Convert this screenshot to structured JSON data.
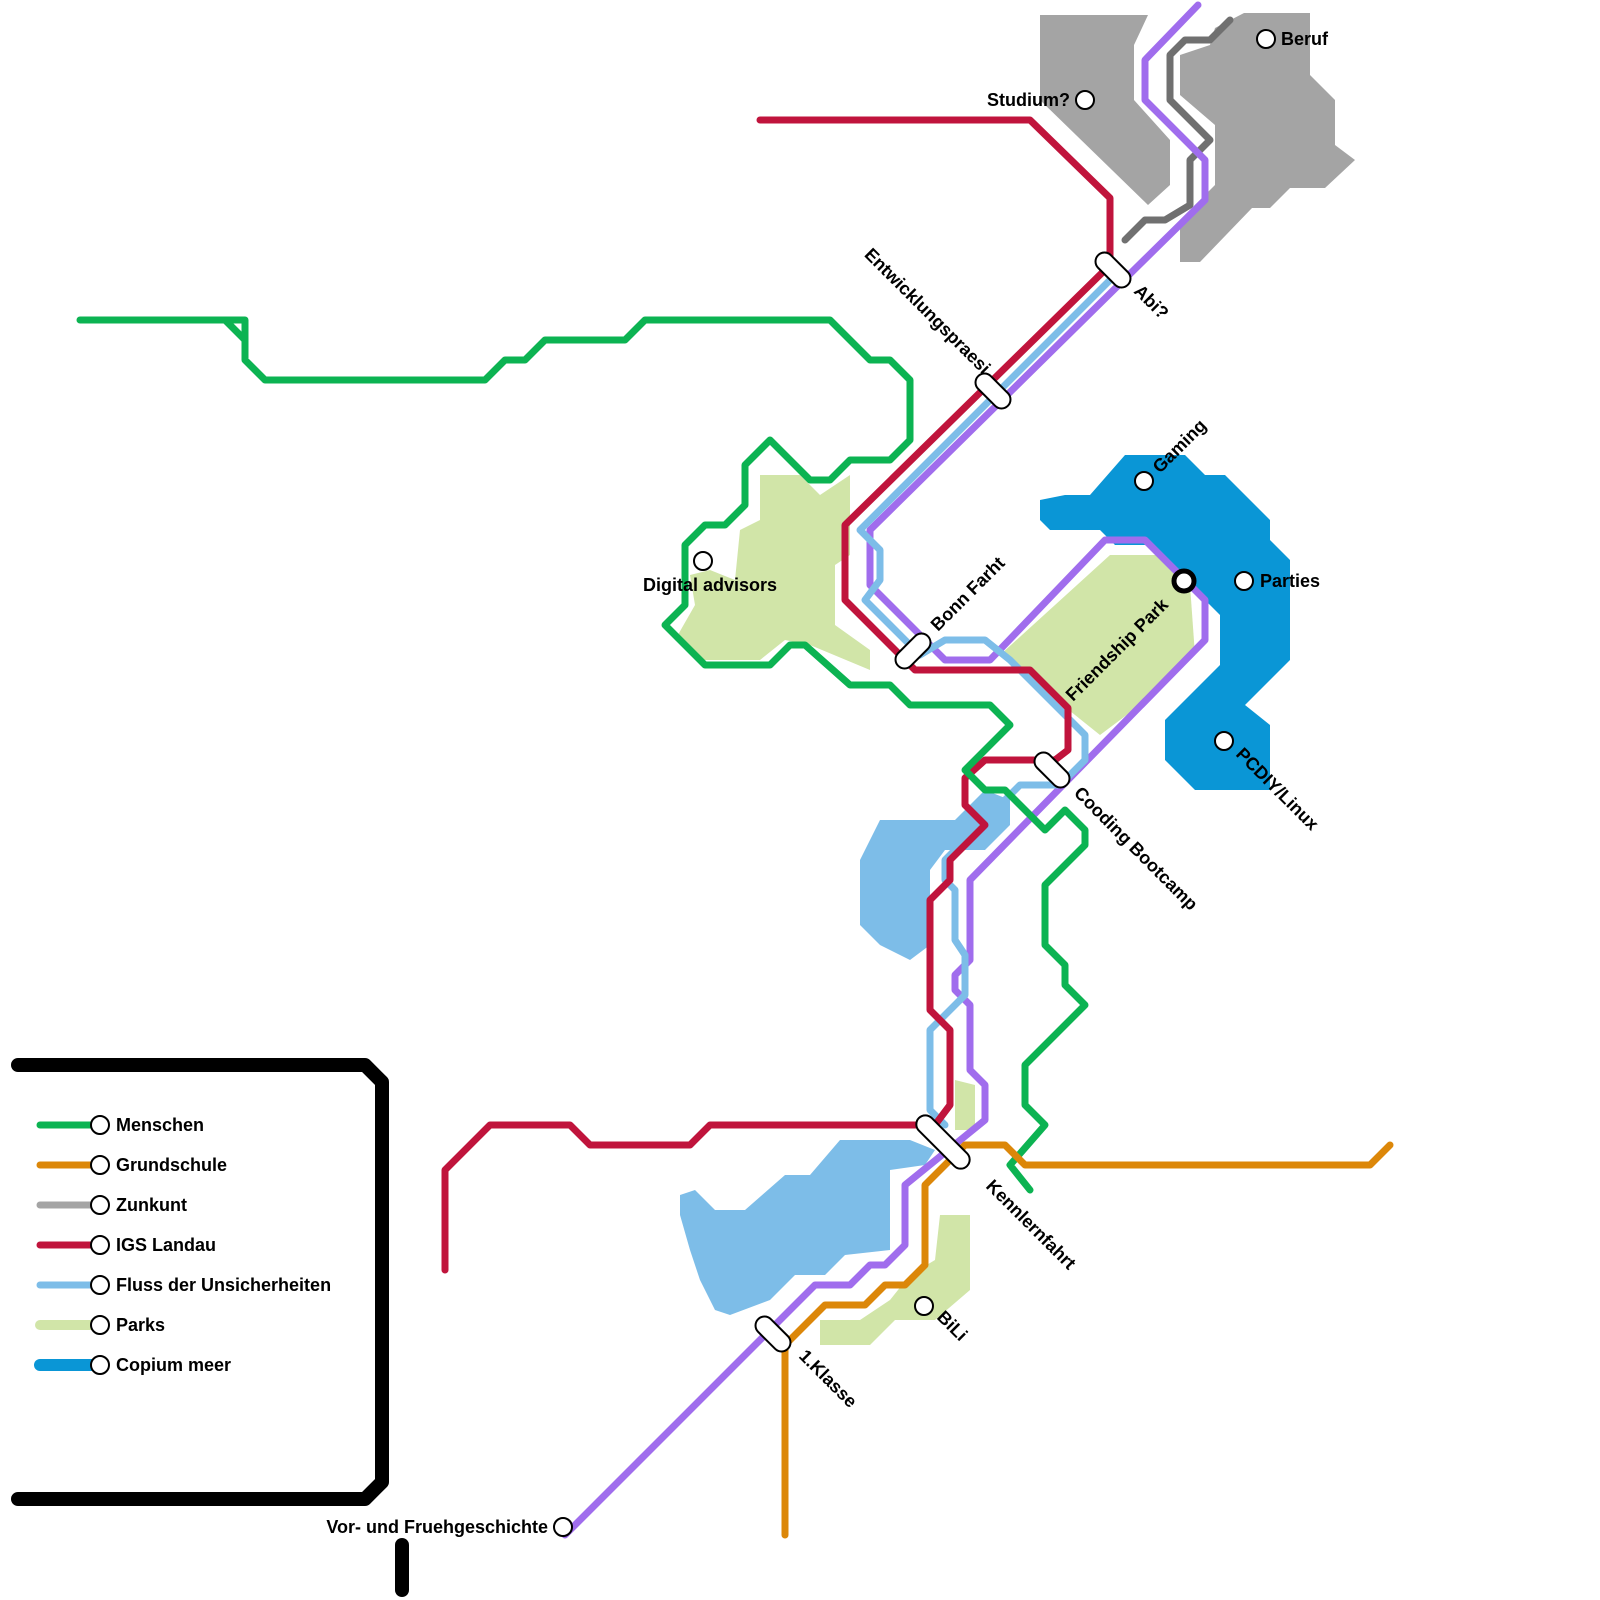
{
  "colors": {
    "menschen": "#0cb352",
    "grundschule": "#dc8709",
    "zunkunft": "#707070",
    "zunkunft_area": "#a4a4a4",
    "igs": "#c0143c",
    "fluss": "#7dbde8",
    "parks": "#d1e5a8",
    "copium": "#0a96d6",
    "purple": "#a06ded",
    "frame": "#000000"
  },
  "stations": {
    "beruf": "Beruf",
    "studium": "Studium?",
    "abi": "Abi?",
    "entwicklung": "Entwicklungspraesi",
    "gaming": "Gaming",
    "parties": "Parties",
    "friendship": "Friendship Park",
    "digital": "Digital advisors",
    "bonn": "Bonn Farht",
    "cooding": "Cooding Bootcamp",
    "pcdiy": "PCDIY/Linux",
    "kennlern": "Kennlernfahrt",
    "bili": "BiLi",
    "klasse": "1.Klasse",
    "vor": "Vor- und Fruehgeschichte"
  },
  "legend": {
    "items": [
      {
        "label": "Menschen",
        "icon": "green-line"
      },
      {
        "label": "Grundschule",
        "icon": "orange-line"
      },
      {
        "label": "Zunkunt",
        "icon": "gray-line"
      },
      {
        "label": "IGS Landau",
        "icon": "red-line"
      },
      {
        "label": "Fluss der Unsicherheiten",
        "icon": "lightblue-line"
      },
      {
        "label": "Parks",
        "icon": "park-swatch"
      },
      {
        "label": "Copium meer",
        "icon": "blue-line"
      }
    ]
  }
}
